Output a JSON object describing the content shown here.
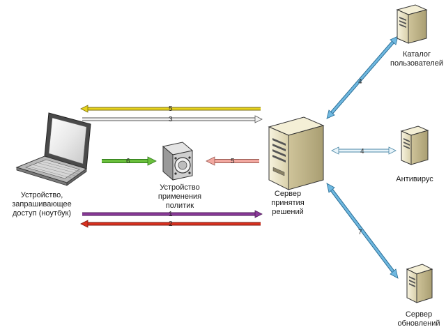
{
  "nodes": {
    "laptop": {
      "label_lines": [
        "Устройство,",
        "запрашивающее",
        "доступ (ноутбук)"
      ]
    },
    "policy_device": {
      "label_lines": [
        "Устройство",
        "применения",
        "политик"
      ]
    },
    "decision_server": {
      "label_lines": [
        "Сервер",
        "принятия",
        "решений"
      ]
    },
    "user_catalog": {
      "label_lines": [
        "Каталог",
        "пользователей"
      ]
    },
    "antivirus": {
      "label_lines": [
        "Антивирус"
      ]
    },
    "update_server": {
      "label_lines": [
        "Сервер",
        "обновлений"
      ]
    }
  },
  "arrows": {
    "a5_top": {
      "number": "5",
      "color": "#e6d21c"
    },
    "a3": {
      "number": "3",
      "color": "#f2f2f2"
    },
    "a6": {
      "number": "6",
      "color": "#6abf3c"
    },
    "a5_mid": {
      "number": "5",
      "color": "#f2a8a0"
    },
    "a1": {
      "number": "1",
      "color": "#8b3a9a"
    },
    "a2": {
      "number": "2",
      "color": "#d9301e"
    },
    "a_catalog": {
      "number": "4",
      "color": "#6fb8e0"
    },
    "a_antivirus": {
      "number": "4",
      "color": "#a9d6ee"
    },
    "a_update": {
      "number": "7",
      "color": "#6fb8e0"
    }
  }
}
